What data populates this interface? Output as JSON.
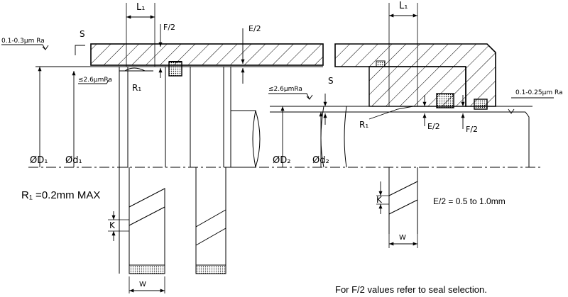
{
  "labels": {
    "l1_left": "L₁",
    "l1_right": "L₁",
    "f2_top": "F/2",
    "e2_top": "E/2",
    "s_left": "S",
    "s_right": "S",
    "ra_left_top": "0.1-0.3μm Ra",
    "ra_left_bottom": "≤2.6μmRa",
    "ra_right_bore": "≤2.6μmRa",
    "ra_right_rod": "0.1-0.25μm Ra",
    "r1_left": "R₁",
    "r1_right": "R₁",
    "e2_right": "E/2",
    "f2_right": "F/2",
    "d1_big": "ØD₁",
    "d1_small": "Ød₁",
    "d2_big": "ØD₂",
    "d2_small": "Ød₂",
    "k_left": "K",
    "k_right": "K",
    "w_left": "W",
    "w_right": "W"
  },
  "notes": {
    "r1_note": "R₁ =0.2mm MAX",
    "e2_note": "E/2 = 0.5 to 1.0mm",
    "f2_note": "For F/2 values refer to seal selection."
  }
}
